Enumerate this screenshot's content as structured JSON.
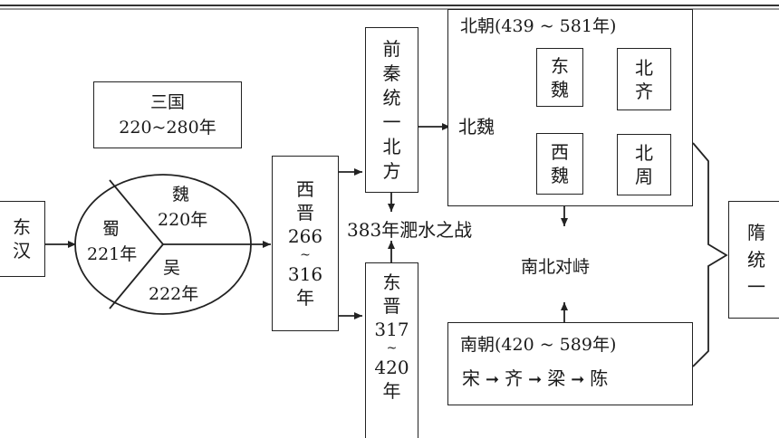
{
  "eastern_han": [
    "东",
    "汉"
  ],
  "three_kingdoms": {
    "title": "三国",
    "period": "220~280年"
  },
  "wei": {
    "name": "魏",
    "year": "220年"
  },
  "shu": {
    "name": "蜀",
    "year": "221年"
  },
  "wu": {
    "name": "吴",
    "year": "222年"
  },
  "western_jin": [
    "西",
    "晋",
    "266",
    "~",
    "316",
    "年"
  ],
  "former_qin": [
    "前",
    "秦",
    "统",
    "一",
    "北",
    "方"
  ],
  "eastern_jin": [
    "东",
    "晋",
    "317",
    "~",
    "420",
    "年"
  ],
  "battle": "383年淝水之战",
  "northern_dynasties": {
    "title": "北朝(439 ~ 581年)",
    "northern_wei": "北魏",
    "eastern_wei": [
      "东",
      "魏"
    ],
    "western_wei": [
      "西",
      "魏"
    ],
    "northern_qi": [
      "北",
      "齐"
    ],
    "northern_zhou": [
      "北",
      "周"
    ]
  },
  "confrontation": "南北对峙",
  "southern_dynasties": {
    "title": "南朝(420 ~ 589年)",
    "chain": [
      "宋",
      "齐",
      "梁",
      "陈"
    ]
  },
  "sui": [
    "隋",
    "统",
    "一"
  ]
}
